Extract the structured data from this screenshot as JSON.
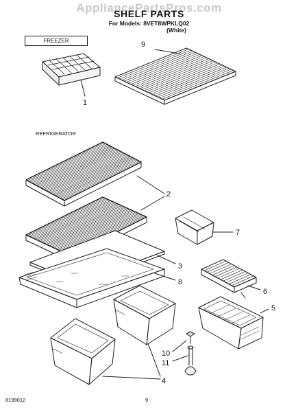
{
  "watermark": "AppliancePartsPros.com",
  "title": "SHELF PARTS",
  "models_line": "For Models: 8VET8WPKLQ02",
  "color_line": "(White)",
  "section_labels": {
    "freezer": "FREEZER",
    "refrigerator": "REFRIGERATOR"
  },
  "callouts": [
    {
      "id": "ice-tray",
      "number": "1"
    },
    {
      "id": "freezer-shelf",
      "number": "9"
    },
    {
      "id": "fridge-shelves",
      "number": "2"
    },
    {
      "id": "utility-bin",
      "number": "7"
    },
    {
      "id": "crisper-cover-glass",
      "number": "3"
    },
    {
      "id": "crisper-cover-frame",
      "number": "8"
    },
    {
      "id": "meat-pan-cover",
      "number": "6"
    },
    {
      "id": "meat-pan",
      "number": "5"
    },
    {
      "id": "leveling-screw",
      "number": "10"
    },
    {
      "id": "leveling-leg",
      "number": "11"
    },
    {
      "id": "crisper-pans",
      "number": "4"
    }
  ],
  "footer": {
    "doc_number": "8199012",
    "page_number": "9"
  }
}
